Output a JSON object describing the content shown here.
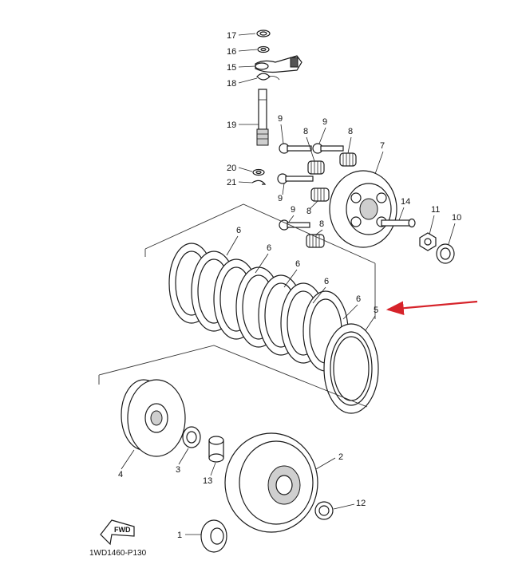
{
  "diagram": {
    "code": "1WD1460-P130",
    "fwd_label": "FWD",
    "arrow_color": "#d6232a",
    "callouts": {
      "c17": "17",
      "c16": "16",
      "c15": "15",
      "c18": "18",
      "c19": "19",
      "c20": "20",
      "c21": "21",
      "c7": "7",
      "c14": "14",
      "c11": "11",
      "c10": "10",
      "c9a": "9",
      "c9b": "9",
      "c9c": "9",
      "c9d": "9",
      "c8a": "8",
      "c8b": "8",
      "c8c": "8",
      "c8d": "8",
      "c6a": "6",
      "c6b": "6",
      "c6c": "6",
      "c6d": "6",
      "c6e": "6",
      "c5": "5",
      "c4": "4",
      "c3": "3",
      "c13": "13",
      "c2": "2",
      "c12": "12",
      "c1": "1"
    }
  }
}
